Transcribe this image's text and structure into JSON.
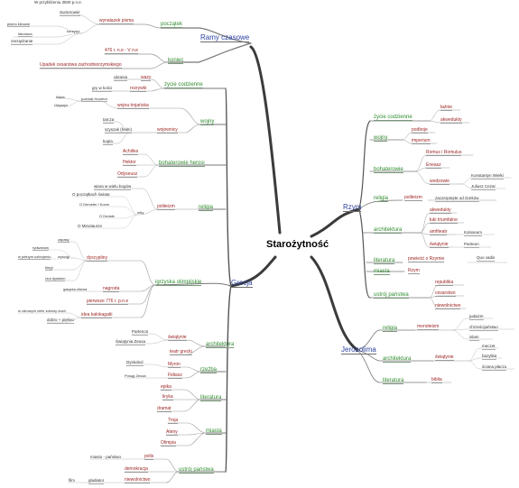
{
  "mindmap": {
    "center": "Starożytność",
    "ramy": {
      "title": "Ramy czasowe",
      "poczatek": "początek",
      "wynalazek": "wynalazek pisma",
      "w_przybl": "W przybliżeniu 3500 p.n.e.",
      "sumerowie": "Sumerowie",
      "pismo_klinowe": "pismo klinowe",
      "literatura": "literatura",
      "korzysci": "korzyści",
      "zarzadzanie": "zarządzanie",
      "koniec": "koniec",
      "date_476": "476 r. n.e - V n.e",
      "upadek": "Upadek cesarstwa zachodniorzymskiego"
    },
    "grecja": {
      "title": "Grecja",
      "zycie": "życie codzienne",
      "ubrania": "ubrania",
      "wazy": "wazy",
      "gry": "gry w kości",
      "rozrywki": "rozrywki",
      "wojny": "wojny",
      "wojna_troj": "wojna trojańska",
      "iliada": "Iliada",
      "odyseja": "Odyseja",
      "poemat": "poemat Homera",
      "wojownicy": "wojownicy",
      "tarcza": "tarcza",
      "szyszak": "szyszak (hełm)",
      "kopia": "kopia",
      "bohaterowie": "bohaterowie herosi",
      "achilles": "Achilles",
      "hektor": "Hektor",
      "odyseusz": "Odyseusz",
      "religia": "religia",
      "politeizm": "politeizm",
      "wiara": "wiara w wielu bogów",
      "o_pocz": "O początkach świata",
      "o_demeter": "O Demeter i Korze",
      "mity": "mity",
      "o_dedale": "O Dedale",
      "o_minot": "O Minotaurze",
      "igrzyska": "igrzyska olimpijskie",
      "dyscypliny": "dyscypliny",
      "zapasy": "zapasy",
      "rydwanow": "rydwanów",
      "w_pelnym": "w pełnym uzbrojeniu",
      "wyscigi": "wyścigi",
      "biegi": "biegi",
      "rzut": "rzut dyskiem",
      "nagroda": "nagroda",
      "galazka": "gałązka oliwna",
      "pierwsze": "pierwsze 776 r. p.n.e",
      "idea": "idea kalokagatii",
      "w_zdrowym": "w zdrowym ciele zdrowy duch",
      "dobro": "dobro + piękno",
      "architektura": "architektura",
      "swiatynie": "świątynie",
      "partenon": "Partenon",
      "swiatynia_z": "Świątynia Zeusa",
      "teatr": "teatr grecki",
      "rzezba": "rzeźba",
      "myron": "Myron",
      "dyskobol": "Dyskobol",
      "fidiasz": "Fidiasz",
      "posag": "Posąg Zeusa",
      "literatura": "literatura",
      "epika": "epika",
      "liryka": "liryka",
      "dramat": "dramat",
      "miasta": "miasta",
      "troja": "Troja",
      "ateny": "Ateny",
      "olimpia": "Olimpia",
      "ustroj": "ustrój państwa",
      "polis": "polis",
      "miasto_panstwo": "miasto - państwo",
      "demokracja": "demokracja",
      "niewolnictwo": "niewolnictwo",
      "film": "film",
      "gladiator": "gladiator"
    },
    "rzym": {
      "title": "Rzym",
      "zycie": "życie codzienne",
      "laznie": "łaźnie",
      "akwedukty": "akwedukty",
      "wojny": "wojny",
      "podboje": "podboje",
      "imperium": "imperium",
      "bohaterowie": "bohaterowie",
      "romulus": "Romus i Romulus",
      "eneasz": "Eneasz",
      "wodzowie": "wodzowie",
      "konstantyn": "Konstantyn Wielki",
      "juliusz": "Juliusz Cezar",
      "religia": "religia",
      "politeizm": "politeizm",
      "zaczerpniete": "zaczerpnięte od Greków",
      "architektura": "architektura",
      "akwedukty2": "akwedukty",
      "luki": "łuki triumfalne",
      "amfiteatr": "amfiteatr",
      "koloseum": "Koloseum",
      "swiatynie": "świątynie",
      "panteon": "Panteon",
      "literatura": "literatura",
      "powiesc": "powieść o Rzymie",
      "quo_vadis": "Quo vadis",
      "miasta": "miasta",
      "rzym_city": "Rzym",
      "ustroj": "ustrój państwa",
      "republika": "republika",
      "cesarstwo": "cesarstwo",
      "niewolnictwo": "niewolnictwo"
    },
    "jerozolima": {
      "title": "Jerozolima",
      "religia": "religia",
      "monoteizm": "monoteizm",
      "judaizm": "judaizm",
      "chrzescijanstwo": "chrześcijaństwo",
      "islam": "islam",
      "architektura": "architektura",
      "swiatynie": "świątynie",
      "meczet": "meczet",
      "bazylika": "bazylika",
      "sciana": "ściana płaczu",
      "literatura": "literatura",
      "biblia": "biblia"
    }
  }
}
